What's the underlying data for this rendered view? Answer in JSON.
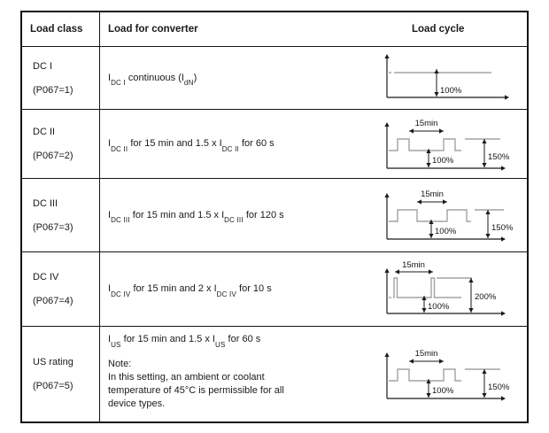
{
  "colors": {
    "axis": "#1a1a1a",
    "waveform": "#a3a3a3"
  },
  "header": {
    "load_class": "Load class",
    "load_for_converter": "Load for converter",
    "load_cycle": "Load cycle"
  },
  "rows": [
    {
      "load_class": "DC I",
      "param": "(P067=1)",
      "description_lines": [
        [
          {
            "t": "I"
          },
          {
            "t": "DC I",
            "sub": true
          },
          {
            "t": " continuous ("
          },
          {
            "t": "I"
          },
          {
            "t": "dN",
            "sub": true
          },
          {
            "t": ")"
          }
        ]
      ],
      "diagram": {
        "type": "flat",
        "base_value": 100,
        "labels": {
          "base": "100%"
        }
      }
    },
    {
      "load_class": "DC II",
      "param": "(P067=2)",
      "description_lines": [
        [
          {
            "t": "I"
          },
          {
            "t": "DC II",
            "sub": true
          },
          {
            "t": " for 15 min and 1.5 x "
          },
          {
            "t": "I"
          },
          {
            "t": "DC II",
            "sub": true
          },
          {
            "t": " for 60 s"
          }
        ]
      ],
      "diagram": {
        "type": "pulse",
        "variant": "narrow",
        "base_value": 100,
        "peak_value": 150,
        "labels": {
          "period": "15min",
          "base": "100%",
          "peak": "150%"
        }
      }
    },
    {
      "load_class": "DC III",
      "param": "(P067=3)",
      "description_lines": [
        [
          {
            "t": "I"
          },
          {
            "t": "DC III",
            "sub": true
          },
          {
            "t": " for 15 min and 1.5 x "
          },
          {
            "t": "I"
          },
          {
            "t": "DC III",
            "sub": true
          },
          {
            "t": " for 120 s"
          }
        ]
      ],
      "diagram": {
        "type": "pulse",
        "variant": "wide",
        "base_value": 100,
        "peak_value": 150,
        "labels": {
          "period": "15min",
          "base": "100%",
          "peak": "150%"
        }
      }
    },
    {
      "load_class": "DC IV",
      "param": "(P067=4)",
      "description_lines": [
        [
          {
            "t": "I"
          },
          {
            "t": "DC IV",
            "sub": true
          },
          {
            "t": " for 15 min and 2 x "
          },
          {
            "t": "I"
          },
          {
            "t": "DC IV",
            "sub": true
          },
          {
            "t": " for 10 s"
          }
        ]
      ],
      "diagram": {
        "type": "spike",
        "base_value": 100,
        "peak_value": 200,
        "labels": {
          "period": "15min",
          "base": "100%",
          "peak": "200%"
        }
      }
    },
    {
      "load_class": "US rating",
      "param": "(P067=5)",
      "description_lines": [
        [
          {
            "t": "I"
          },
          {
            "t": "US",
            "sub": true
          },
          {
            "t": " for 15 min and 1.5 x "
          },
          {
            "t": "I"
          },
          {
            "t": "US",
            "sub": true
          },
          {
            "t": " for 60 s"
          }
        ],
        [],
        [
          {
            "t": "Note:"
          }
        ],
        [
          {
            "t": "In this setting, an ambient or coolant"
          }
        ],
        [
          {
            "t": "temperature of 45°C is permissible for all"
          }
        ],
        [
          {
            "t": "device types."
          }
        ]
      ],
      "diagram": {
        "type": "pulse",
        "variant": "narrow",
        "base_value": 100,
        "peak_value": 150,
        "labels": {
          "period": "15min",
          "base": "100%",
          "peak": "150%"
        }
      }
    }
  ]
}
